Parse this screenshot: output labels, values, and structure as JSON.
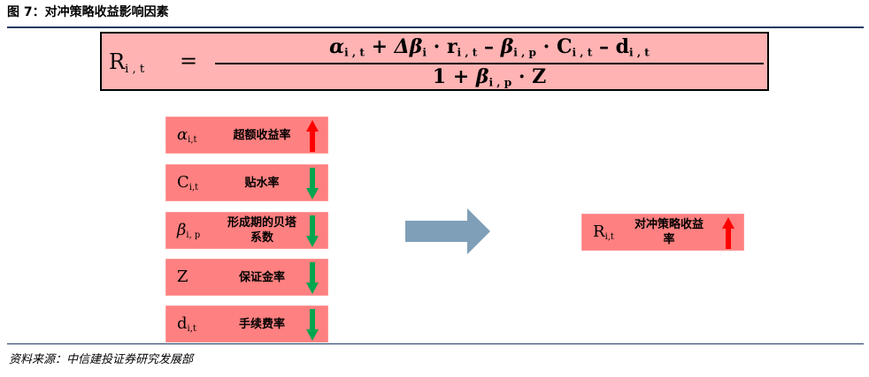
{
  "title": "图 7：对冲策略收益影响因素",
  "formula": {
    "lhs_symbol": "R",
    "lhs_sub": "i , t",
    "equals": "=",
    "num_alpha": "α",
    "num_alpha_sub": "i , t",
    "num_plus": " + ",
    "num_delta_beta": "Δβ",
    "num_delta_beta_sub": "i",
    "num_dot1": " · ",
    "num_r": "r",
    "num_r_sub": "i , t",
    "num_minus1": " – ",
    "num_beta": "β",
    "num_beta_sub": "i , p",
    "num_dot2": " · ",
    "num_c": "C",
    "num_c_sub": "i , t",
    "num_minus2": " – ",
    "num_d": "d",
    "num_d_sub": "i , t",
    "den_one": "1",
    "den_plus": " + ",
    "den_beta": "β",
    "den_beta_sub": "i , p",
    "den_dot": " · ",
    "den_z": "Z"
  },
  "factors": [
    {
      "symbol": "α",
      "sub": "i,t",
      "label": "超额收益率",
      "direction": "up",
      "arrow_color": "#ff0000"
    },
    {
      "symbol": "C",
      "sub": "i,t",
      "label": "贴水率",
      "direction": "down",
      "arrow_color": "#00a550"
    },
    {
      "symbol": "β",
      "sub": "i, p",
      "label": "形成期的贝塔系数",
      "direction": "down",
      "arrow_color": "#00a550"
    },
    {
      "symbol": "Z",
      "sub": "",
      "label": "保证金率",
      "direction": "down",
      "arrow_color": "#00a550"
    },
    {
      "symbol": "d",
      "sub": "i,t",
      "label": "手续费率",
      "direction": "down",
      "arrow_color": "#00a550"
    }
  ],
  "result": {
    "symbol": "R",
    "sub": "i,t",
    "label": "对冲策略收益率",
    "direction": "up",
    "arrow_color": "#ff0000"
  },
  "colors": {
    "box_fill": "#ff8080",
    "formula_fill": "#ffb3b3",
    "big_arrow": "#7f9fb8",
    "rule": "#1f3864"
  },
  "source": "资料来源：中信建投证券研究发展部"
}
